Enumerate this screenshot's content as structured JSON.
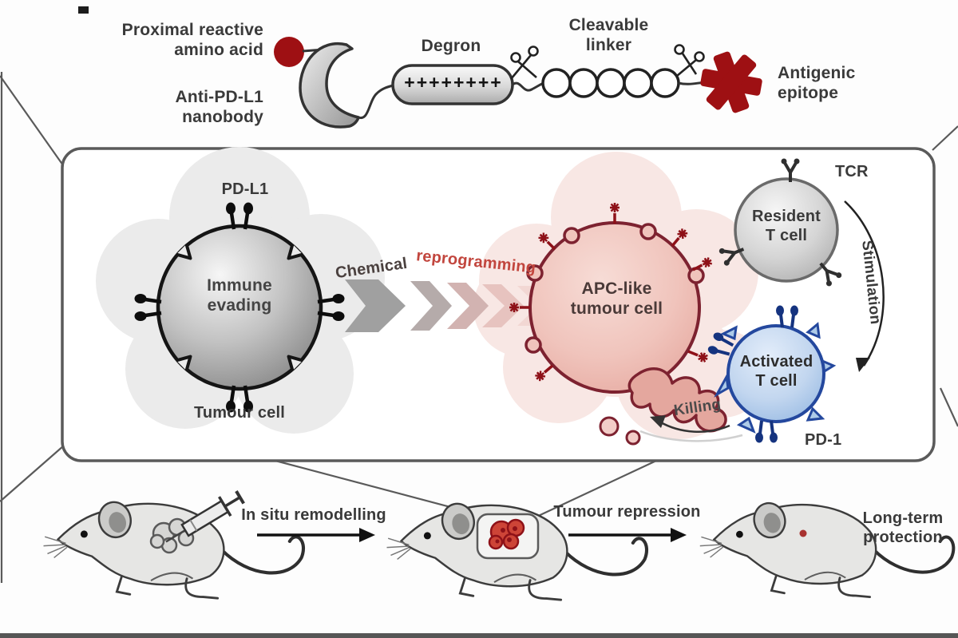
{
  "construct": {
    "proximal_label": "Proximal reactive\namino acid",
    "nanobody_label": "Anti-PD-L1\nnanobody",
    "degron_label": "Degron",
    "degron_symbols": "++++++++",
    "linker_label": "Cleavable\nlinker",
    "epitope_label": "Antigenic\nepitope"
  },
  "panel": {
    "tumour_cell": {
      "receptor_label": "PD-L1",
      "state_label": "Immune\nevading",
      "name_label": "Tumour cell"
    },
    "transition": {
      "word1": "Chemical",
      "word2": "reprogramming"
    },
    "apc_cell": {
      "label": "APC-like\ntumour cell"
    },
    "resident_t_cell": {
      "label": "Resident\nT cell",
      "receptor_label": "TCR"
    },
    "activated_t_cell": {
      "label": "Activated\nT cell",
      "receptor_label": "PD-1"
    },
    "stimulation_label": "Stimulation",
    "killing_label": "Killing"
  },
  "timeline": {
    "step1_label": "In situ remodelling",
    "step2_label": "Tumour repression",
    "step3_label": "Long-term\nprotection"
  },
  "icons": {
    "scissors": "crossed-blades",
    "syringe": "injection-needle",
    "epitope_star": "six-arm-asterisk"
  },
  "colors": {
    "accent_red": "#9e1013",
    "tumour_red": "#c0392b",
    "cell_pink": "#edb9b1",
    "cell_pink_outline": "#7d2230",
    "cell_blue": "#aecbe8",
    "cell_blue_outline": "#24489e",
    "cell_gray": "#c9c9c9",
    "reprogramming_text": "#c2463e",
    "line_gray": "#555555"
  }
}
